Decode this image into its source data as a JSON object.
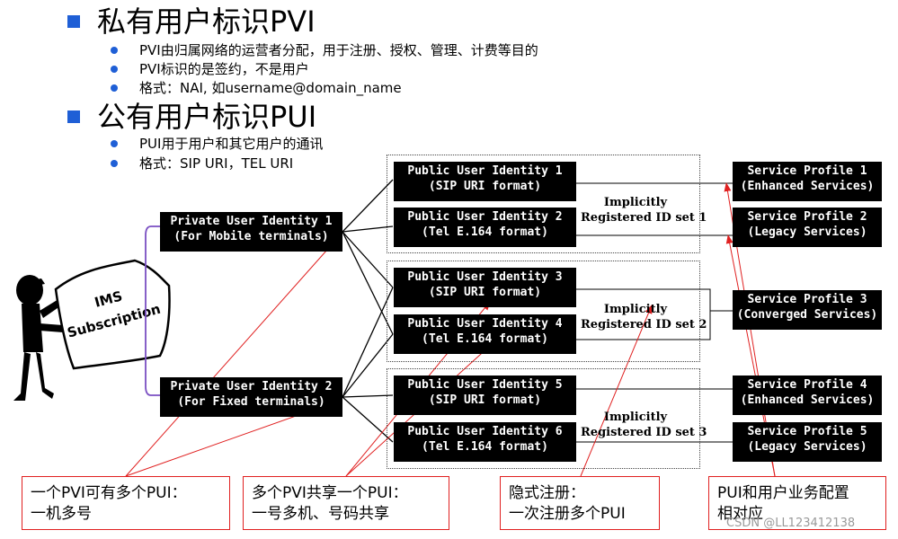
{
  "pvi_section": {
    "heading": "私有用户标识PVI",
    "bullets": [
      "PVI由归属网络的运营者分配，用于注册、授权、管理、计费等目的",
      "PVI标识的是签约，不是用户",
      "格式：NAI, 如username@domain_name"
    ]
  },
  "pui_section": {
    "heading": "公有用户标识PUI",
    "bullets": [
      "PUI用于用户和其它用户的通讯",
      "格式：SIP URI，TEL URI"
    ]
  },
  "subscription": {
    "label_line1": "IMS",
    "label_line2": "Subscription"
  },
  "private_identities": [
    {
      "line1": "Private User Identity 1",
      "line2": "(For Mobile terminals)"
    },
    {
      "line1": "Private User Identity 2",
      "line2": "(For Fixed terminals)"
    }
  ],
  "public_identities": [
    {
      "line1": "Public User Identity 1",
      "line2": "(SIP URI format)"
    },
    {
      "line1": "Public User Identity 2",
      "line2": "(Tel E.164 format)"
    },
    {
      "line1": "Public User Identity 3",
      "line2": "(SIP URI format)"
    },
    {
      "line1": "Public User Identity 4",
      "line2": "(Tel E.164 format)"
    },
    {
      "line1": "Public User Identity 5",
      "line2": "(SIP URI format)"
    },
    {
      "line1": "Public User Identity 6",
      "line2": "(Tel E.164 format)"
    }
  ],
  "id_sets": [
    {
      "line1": "Implicitly",
      "line2": "Registered ID set 1"
    },
    {
      "line1": "Implicitly",
      "line2": "Registered ID set 2"
    },
    {
      "line1": "Implicitly",
      "line2": "Registered ID set 3"
    }
  ],
  "service_profiles": [
    {
      "line1": "Service Profile 1",
      "line2": "(Enhanced Services)"
    },
    {
      "line1": "Service Profile 2",
      "line2": "(Legacy Services)"
    },
    {
      "line1": "Service Profile 3",
      "line2": "(Converged Services)"
    },
    {
      "line1": "Service Profile 4",
      "line2": "(Enhanced Services)"
    },
    {
      "line1": "Service Profile 5",
      "line2": "(Legacy Services)"
    }
  ],
  "notes": [
    {
      "line1": "一个PVI可有多个PUI：",
      "line2": "一机多号"
    },
    {
      "line1": "多个PVI共享一个PUI：",
      "line2": "一号多机、号码共享"
    },
    {
      "line1": "隐式注册：",
      "line2": "一次注册多个PUI"
    },
    {
      "line1": "PUI和用户业务配置",
      "line2": "相对应"
    }
  ],
  "watermark": "CSDN @LL123412138",
  "colors": {
    "bullet": "#1f5fd6",
    "annotation": "#e02020",
    "bracket": "#7a4fc2",
    "block": "#000000"
  }
}
